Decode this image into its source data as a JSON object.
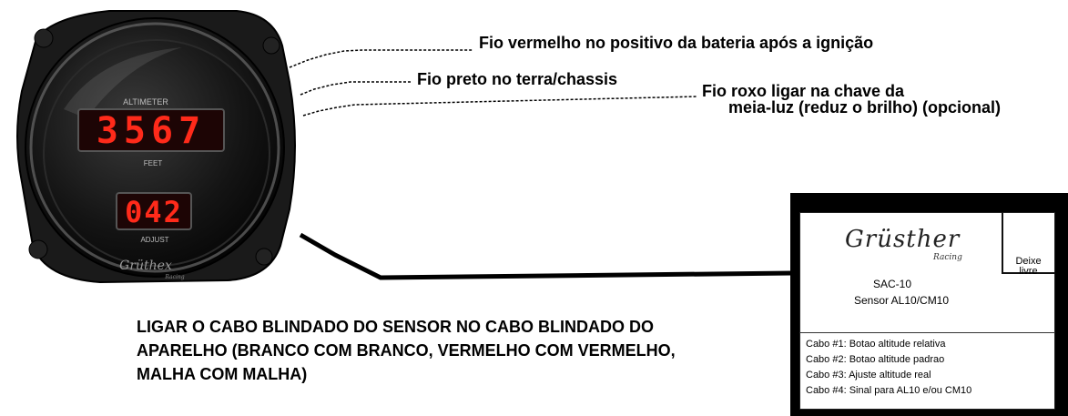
{
  "wire_labels": {
    "red": "Fio vermelho no positivo da bateria  após a ignição",
    "black": "Fio preto no terra/chassis",
    "purple_line1": "Fio roxo ligar na chave da",
    "purple_line2": "meia-luz (reduz o brilho) (opcional)"
  },
  "instructions": {
    "line1": "LIGAR O CABO BLINDADO DO SENSOR NO CABO BLINDADO DO",
    "line2": "APARELHO (BRANCO COM BRANCO, VERMELHO COM  VERMELHO,",
    "line3": "MALHA COM MALHA)"
  },
  "gauge": {
    "top_label": "ALTIMETER",
    "main_reading": "3567",
    "unit_label": "FEET",
    "adjust_reading": "042",
    "adjust_label": "ADJUST",
    "brand": "Grüthex",
    "brand_sub": "Racing",
    "display_color": "#ff2a1a"
  },
  "sensor": {
    "logo": "Grüsther",
    "logo_sub": "Racing",
    "free_label_1": "Deixe",
    "free_label_2": "livre",
    "model": "SAC-10",
    "name": "Sensor AL10/CM10",
    "cables": [
      "Cabo #1: Botao altitude relativa",
      "Cabo #2: Botao altitude padrao",
      "Cabo #3: Ajuste altitude real",
      "Cabo #4: Sinal para AL10 e/ou CM10"
    ]
  }
}
